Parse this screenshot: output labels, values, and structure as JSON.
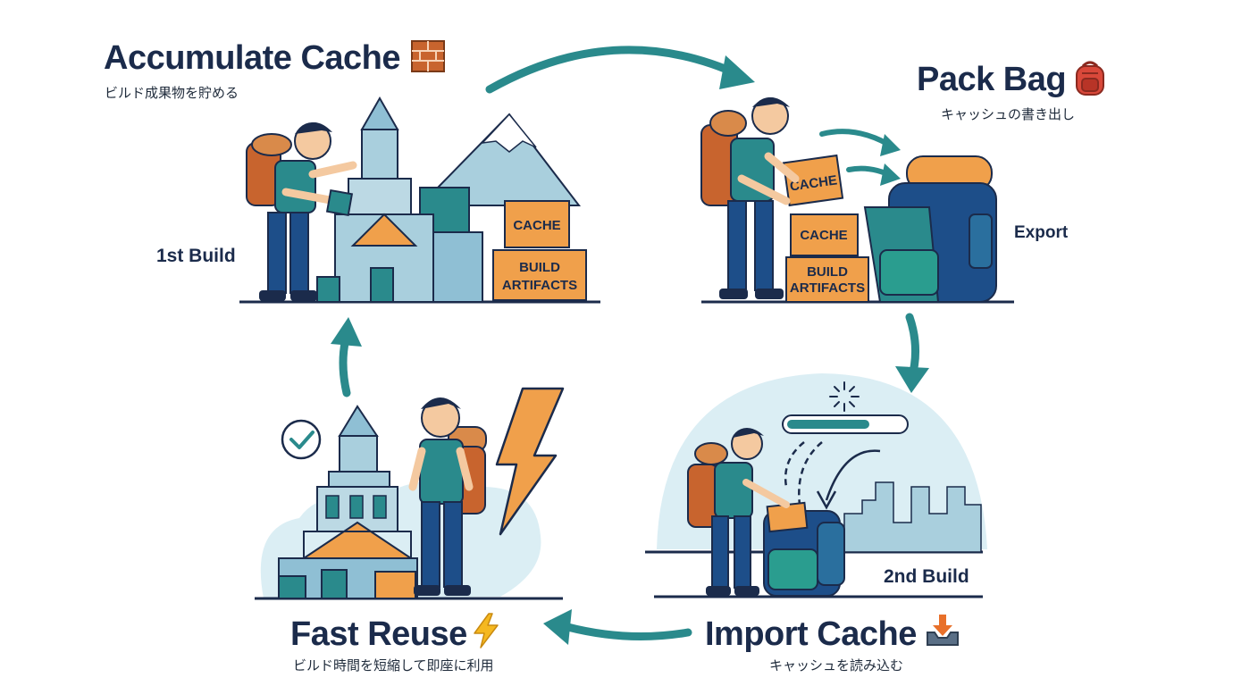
{
  "colors": {
    "navy": "#1b2b4b",
    "teal": "#2a8a8c",
    "light_blue": "#a9cfdd",
    "pale_blue": "#dbeef4",
    "orange": "#f0a04b",
    "brick": "#c8642e"
  },
  "steps": {
    "accumulate": {
      "title": "Accumulate Cache",
      "icon": "brick-icon",
      "subtitle": "ビルド成果物を貯める",
      "label": "1st Build",
      "box_top": "CACHE",
      "box_bottom_1": "BUILD",
      "box_bottom_2": "ARTIFACTS"
    },
    "pack": {
      "title": "Pack Bag",
      "icon": "backpack-icon",
      "subtitle": "キャッシュの書き出し",
      "label": "Export",
      "box_flying": "CACHE",
      "box_top": "CACHE",
      "box_bottom_1": "BUILD",
      "box_bottom_2": "ARTIFACTS"
    },
    "import": {
      "title": "Import Cache",
      "icon": "download-tray-icon",
      "subtitle": "キャッシュを読み込む",
      "label": "2nd Build"
    },
    "reuse": {
      "title": "Fast Reuse",
      "icon": "lightning-icon",
      "subtitle": "ビルド時間を短縮して即座に利用"
    }
  }
}
